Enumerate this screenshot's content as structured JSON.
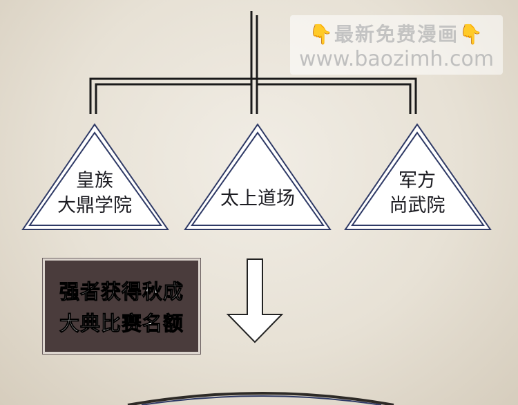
{
  "watermark": {
    "line1_text": "最新免费漫画",
    "line2": "www.baozimh.com",
    "hand_glyph": "👇"
  },
  "nodes": [
    {
      "line1": "皇族",
      "line2": "大鼎学院"
    },
    {
      "line1": "太上道场",
      "line2": ""
    },
    {
      "line1": "军方",
      "line2": "尚武院"
    }
  ],
  "result": {
    "line1": "强者获得秋成",
    "line2": "大典比赛名额"
  },
  "colors": {
    "frame_line": "#1a1a1a",
    "triangle_stroke": "#2f3a66",
    "triangle_fill": "#ffffff",
    "result_bg": "#4a3c3c"
  }
}
